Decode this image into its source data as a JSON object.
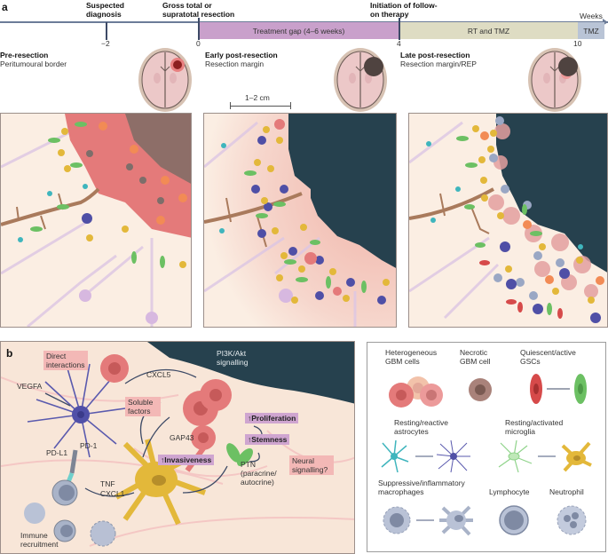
{
  "panel_a": {
    "letter": "a",
    "timeline": {
      "unit_label": "Weeks",
      "events": [
        {
          "label_line1": "Suspected",
          "label_line2": "diagnosis",
          "tick": "−2"
        },
        {
          "label_line1": "Gross total or",
          "label_line2": "supratotal resection",
          "tick": "0"
        },
        {
          "label_line1": "Initiation of follow-",
          "label_line2": "on therapy",
          "tick": "4"
        },
        {
          "label_line1": "",
          "label_line2": "",
          "tick": "10"
        }
      ],
      "segments": [
        {
          "label": "Treatment gap (4–6 weeks)",
          "color": "#c9a0cb"
        },
        {
          "label": "RT and TMZ",
          "color": "#dedcc3"
        },
        {
          "label": "TMZ",
          "color": "#b9c4d6"
        }
      ]
    },
    "stages": [
      {
        "title": "Pre-resection",
        "subtitle": "Peritumoural border"
      },
      {
        "title": "Early post-resection",
        "subtitle": "Resection margin"
      },
      {
        "title": "Late post-resection",
        "subtitle": "Resection margin/REP"
      }
    ],
    "scale_bar": "1–2 cm"
  },
  "panel_b": {
    "letter": "b",
    "labels": {
      "direct_interactions": "Direct interactions",
      "vegfa": "VEGFA",
      "cxcl5": "CXCL5",
      "pi3k": "PI3K/Akt signalling",
      "soluble_factors": "Soluble factors",
      "proliferation": "↑Proliferation",
      "gap43": "GAP43",
      "stemness": "↑Stemness",
      "invasiveness": "↑Invasiveness",
      "pd1": "PD-1",
      "pdl1": "PD-L1",
      "tnf": "TNF",
      "cxcl1": "CXCL1",
      "ptn": "PTN (paracrine/ autocrine)",
      "neural_signalling": "Neural signalling?",
      "immune_recruitment": "Immune recruitment"
    }
  },
  "legend": {
    "items": [
      {
        "label": "Heterogeneous GBM cells",
        "icon": "gbm-cells-icon"
      },
      {
        "label": "Necrotic GBM cell",
        "icon": "necrotic-cell-icon"
      },
      {
        "label": "Quiescent/active GSCs",
        "icon": "gsc-icon"
      },
      {
        "label": "Resting/reactive astrocytes",
        "icon": "astrocyte-icon"
      },
      {
        "label": "Resting/activated microglia",
        "icon": "microglia-icon"
      },
      {
        "label": "Suppressive/inflammatory macrophages",
        "icon": "macrophage-icon"
      },
      {
        "label": "Lymphocyte",
        "icon": "lymphocyte-icon"
      },
      {
        "label": "Neutrophil",
        "icon": "neutrophil-icon"
      }
    ]
  },
  "colors": {
    "resection_cavity": "#26414e",
    "tissue_bg": "#fbeee3",
    "gbm_cell": "#e48080",
    "astrocyte_reactive": "#4f4fa6",
    "astrocyte_resting": "#3fb5bd",
    "microglia_activated": "#e3b83a",
    "gsc_active": "#6cc063",
    "gsc_quiescent": "#d64a4a"
  }
}
